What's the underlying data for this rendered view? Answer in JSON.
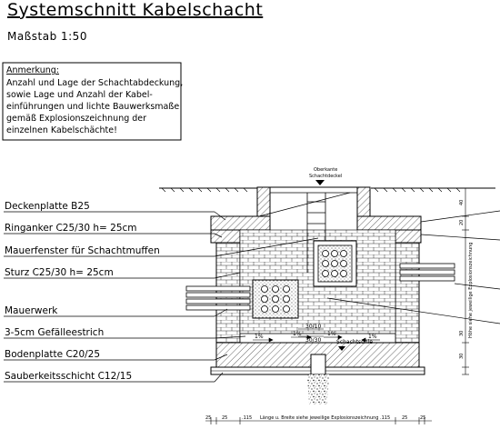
{
  "title": "Systemschnitt Kabelschacht",
  "scale": "Maßstab 1:50",
  "note": {
    "heading": "Anmerkung:",
    "lines": [
      "Anzahl und Lage der Schachtabdeckung,",
      "sowie Lage und Anzahl der Kabel-",
      "einführungen und lichte Bauwerksmaße",
      "gemäß Explosionszeichnung der",
      "einzelnen Kabelschächte!"
    ]
  },
  "labels": {
    "deckenplatte": "Deckenplatte B25",
    "ringanker": "Ringanker C25/30 h= 25cm",
    "mauerfenster": "Mauerfenster für Schachtmuffen",
    "sturz": "Sturz C25/30 h= 25cm",
    "mauerwerk": "Mauerwerk",
    "gefaelle": "3-5cm Gefälleestrich",
    "bodenplatte": "Bodenplatte C20/25",
    "sauberkeit": "Sauberkeitsschicht C12/15"
  },
  "annotations": {
    "oberkante_line1": "Oberkante",
    "oberkante_line2": "Schachtdeckel",
    "schachtsohle": "Schachtsohle",
    "dim_30_10": "30/10",
    "dim_30_30": "30/30",
    "slope_1": "1%",
    "slope_2": "1%",
    "slope_3": "1%",
    "slope_4": "1%",
    "right_vertical": "Höhe siehe jeweilige Explosionszeichnung",
    "dim_right_20": "20",
    "dim_right_40": "40",
    "dim_right_30": "30",
    "dim_right_30b": "30",
    "bottom_dim_text": "Länge u. Breite siehe jeweilige Explosionszeichnung",
    "bottom_dims": [
      "25",
      "25",
      ".115",
      ".115",
      "25",
      "25"
    ]
  }
}
